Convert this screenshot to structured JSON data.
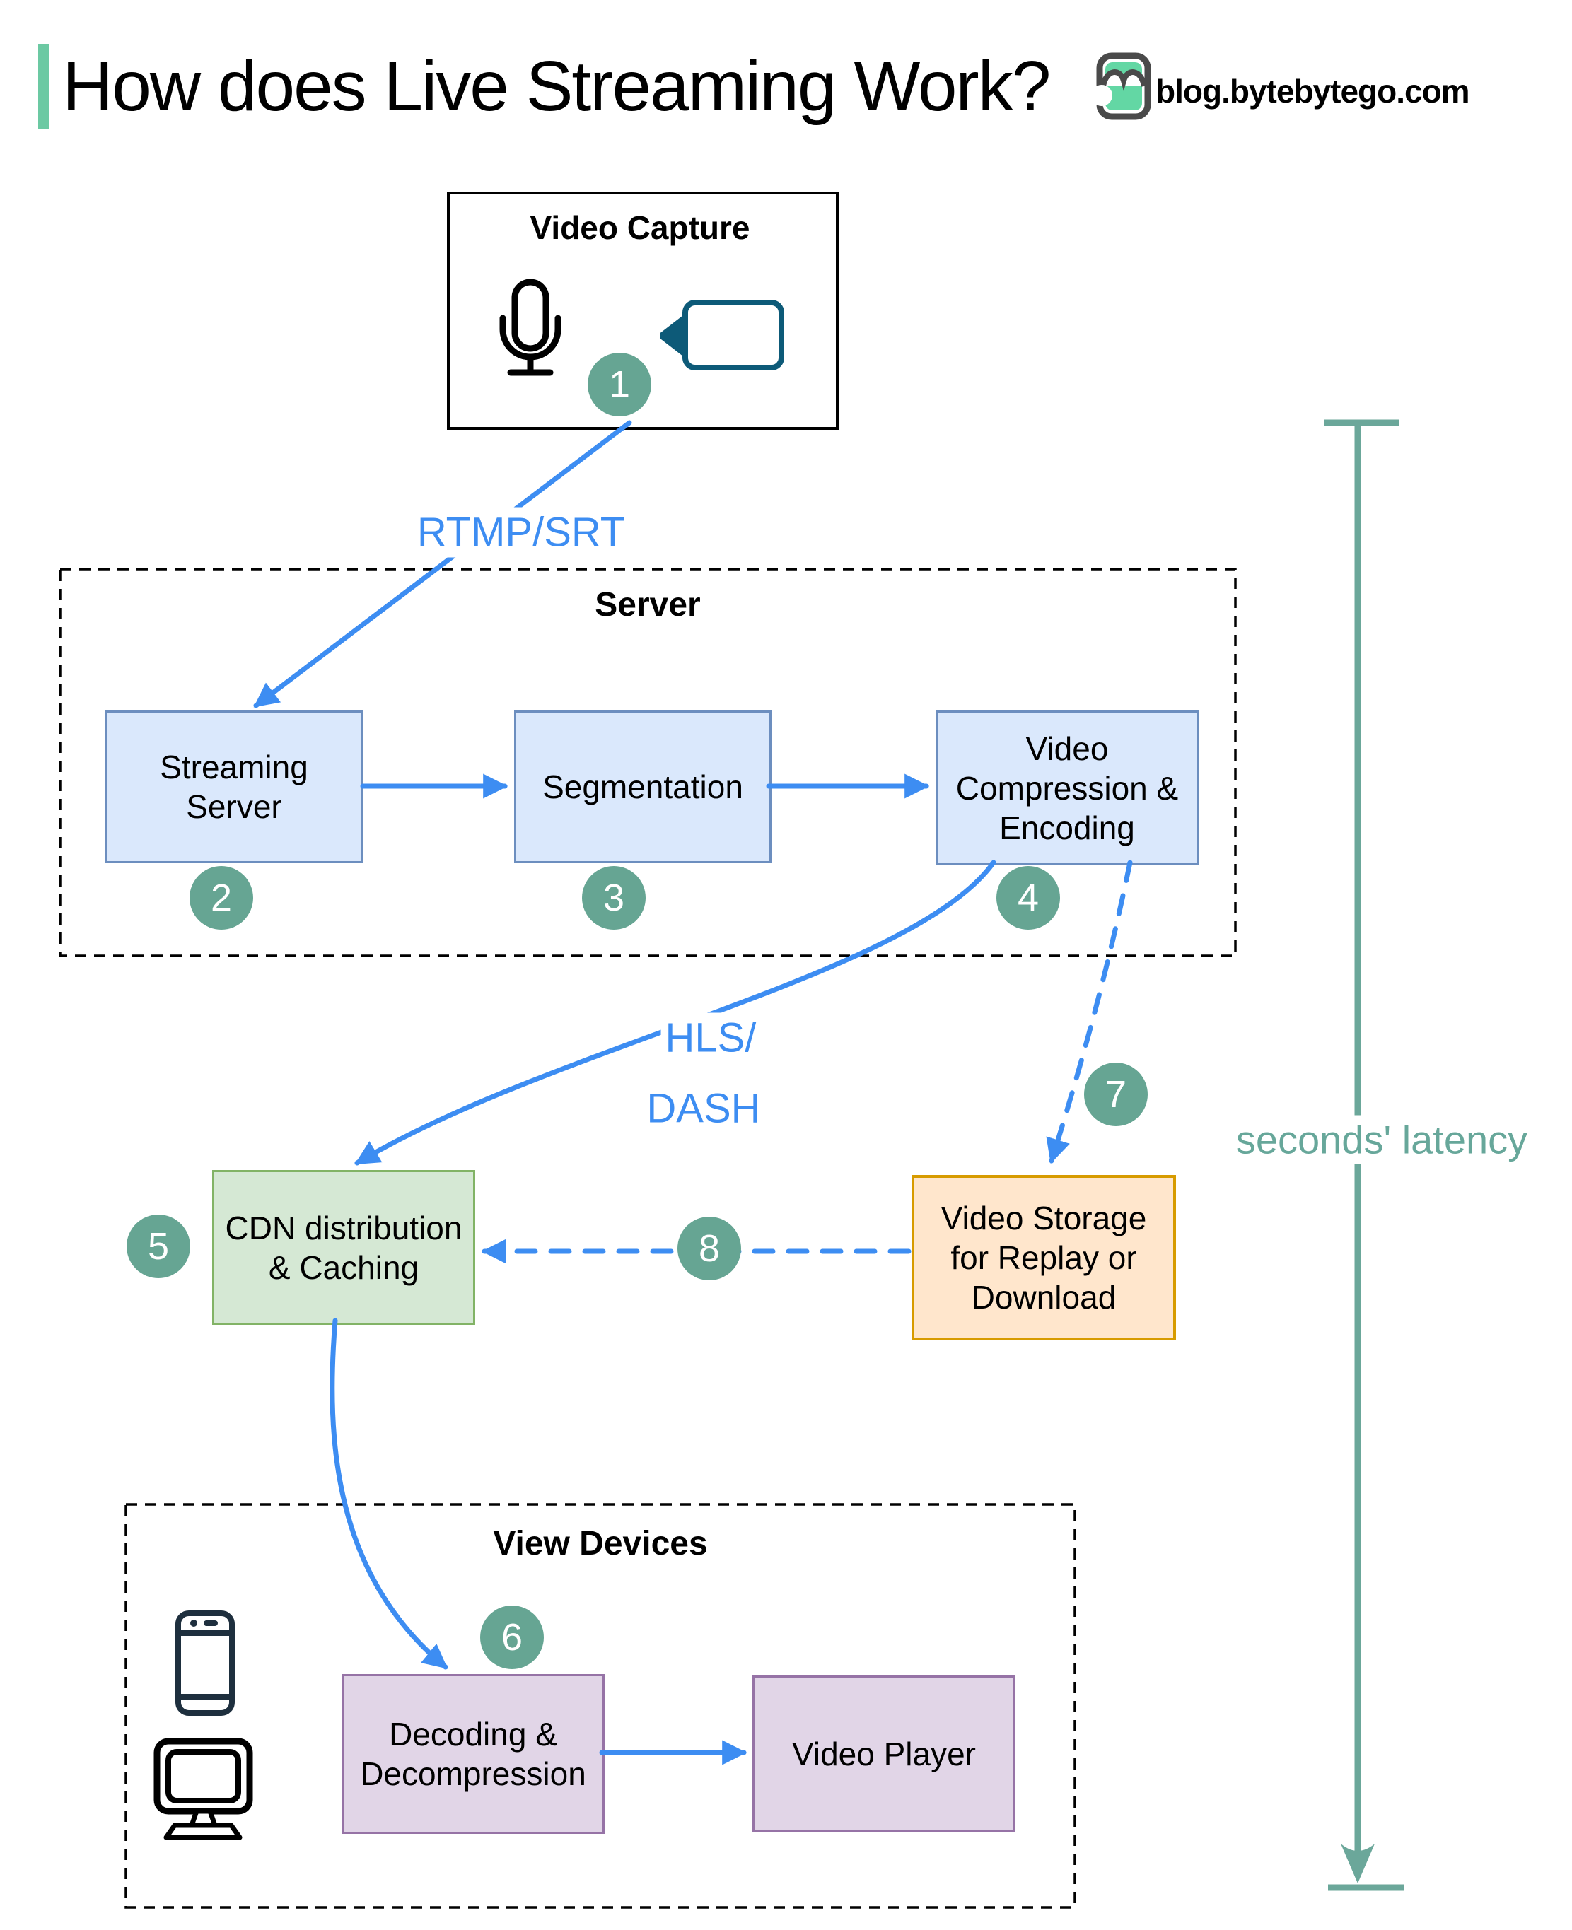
{
  "header": {
    "title": "How does Live Streaming Work?",
    "site": "blog.bytebytego.com"
  },
  "groups": {
    "video_capture": {
      "label": "Video Capture"
    },
    "server": {
      "label": "Server"
    },
    "view_devices": {
      "label": "View Devices"
    }
  },
  "nodes": {
    "streaming_server": {
      "lines": [
        "Streaming",
        "Server"
      ]
    },
    "segmentation": {
      "lines": [
        "Segmentation"
      ]
    },
    "video_compression": {
      "lines": [
        "Video",
        "Compression &",
        "Encoding"
      ]
    },
    "cdn": {
      "lines": [
        "CDN distribution",
        "& Caching"
      ]
    },
    "video_storage": {
      "lines": [
        "Video Storage",
        "for Replay or",
        "Download"
      ]
    },
    "decoding": {
      "lines": [
        "Decoding &",
        "Decompression"
      ]
    },
    "video_player": {
      "lines": [
        "Video Player"
      ]
    }
  },
  "edge_labels": {
    "rtmp": "RTMP/SRT",
    "hls_line1": "HLS/",
    "hls_line2": "DASH",
    "latency": "seconds' latency"
  },
  "steps": [
    "1",
    "2",
    "3",
    "4",
    "5",
    "6",
    "7",
    "8"
  ],
  "icons": {
    "capture": [
      "microphone-icon",
      "video-camera-icon"
    ],
    "devices": [
      "smartphone-icon",
      "desktop-monitor-icon"
    ],
    "brand": "bytebytego-logo-icon"
  },
  "colors": {
    "accent_green": "#6cc9a3",
    "flow_blue": "#3d8df2",
    "node_blue_fill": "#dae8fc",
    "node_blue_border": "#6c8ebf",
    "node_green_fill": "#d5e8d4",
    "node_green_border": "#82b366",
    "node_orange_fill": "#ffe6cc",
    "node_orange_border": "#d79b00",
    "node_purple_fill": "#e1d5e7",
    "node_purple_border": "#9673a6",
    "step_circle": "#66a593",
    "latency_teal": "#67a79a",
    "camera_teal": "#0d5a78",
    "phone_navy": "#1e2f3e"
  }
}
